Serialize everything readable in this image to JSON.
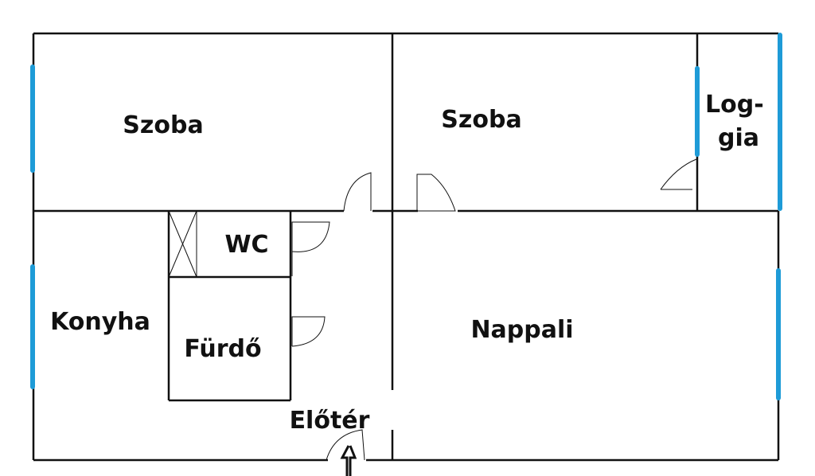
{
  "title": "Floor plan",
  "rooms": {
    "room1": "Szoba",
    "room2": "Szoba",
    "loggia_line1": "Log-",
    "loggia_line2": "gia",
    "wc": "WC",
    "kitchen": "Konyha",
    "bathroom": "Fürdő",
    "living": "Nappali",
    "hall": "Előtér"
  },
  "colors": {
    "wall": "#111111",
    "window": "#1e9bd7"
  }
}
